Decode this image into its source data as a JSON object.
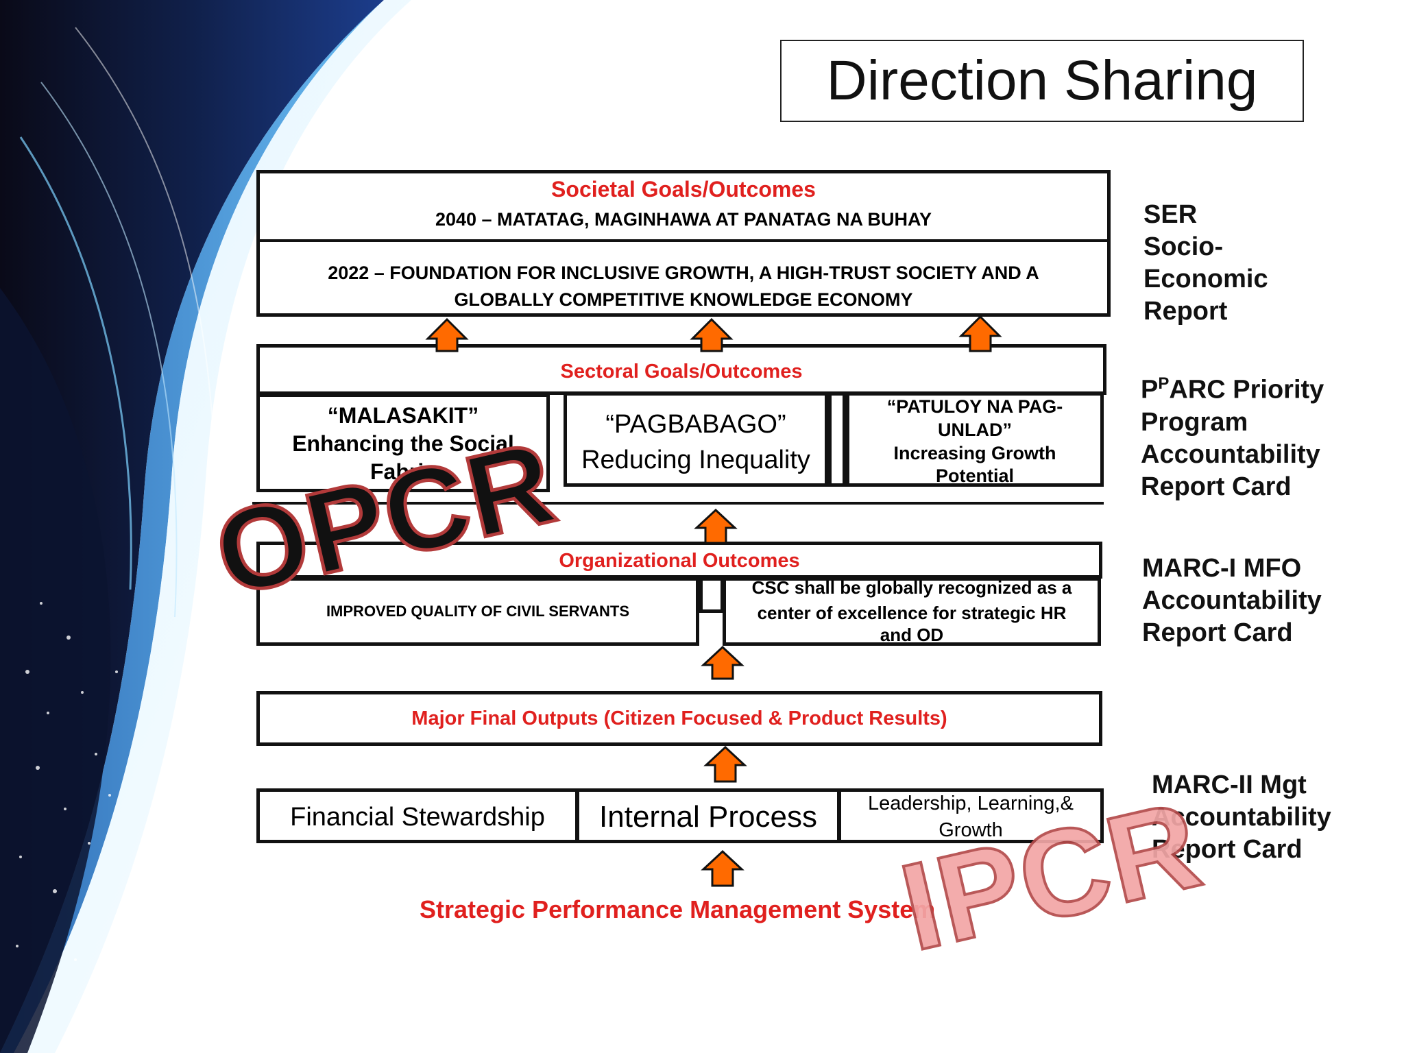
{
  "title": "Direction Sharing",
  "colors": {
    "accent_red": "#e0201e",
    "arrow_orange": "#ff6a00",
    "stamp_pink": "#f2a6a6"
  },
  "societal": {
    "header": "Societal Goals/Outcomes",
    "line_2040": "2040 – MATATAG, MAGINHAWA AT PANATAG NA BUHAY",
    "line_2022a": "2022 – FOUNDATION FOR INCLUSIVE GROWTH, A HIGH-TRUST SOCIETY AND A",
    "line_2022b": "GLOBALLY COMPETITIVE KNOWLEDGE ECONOMY"
  },
  "sectoral": {
    "header": "Sectoral Goals/Outcomes",
    "malasakit": {
      "l1": "“MALASAKIT”",
      "l2": "Enhancing the Social",
      "l3": "Fabric"
    },
    "pagbabago": {
      "l1": "“PAGBABAGO”",
      "l2": "Reducing Inequality"
    },
    "patuloy": {
      "l1": "“PATULOY NA PAG-",
      "l2": "UNLAD”",
      "l3": "Increasing Growth",
      "l4": "Potential"
    }
  },
  "organizational": {
    "header": "Organizational Outcomes",
    "left": "IMPROVED QUALITY OF CIVIL SERVANTS",
    "right_l1": "CSC shall be globally recognized as a",
    "right_l2": "center of excellence for strategic HR",
    "right_l3": "and OD"
  },
  "mfo": {
    "header": "Major Final Outputs (Citizen Focused & Product Results)"
  },
  "bottom_row": {
    "financial": "Financial Stewardship",
    "internal": "Internal Process",
    "leadership_l1": "Leadership, Learning,&",
    "leadership_l2": "Growth"
  },
  "spms_label": "Strategic Performance Management System",
  "side_labels": {
    "ser": [
      "SER",
      "Socio-",
      "Economic",
      "Report"
    ],
    "parc": {
      "l1a": "P",
      "l1sup": "P",
      "l1b": "ARC Priority",
      "rest": [
        "Program",
        "Accountability",
        "Report Card"
      ]
    },
    "marc1": [
      "MARC-I MFO",
      "Accountability",
      "Report Card"
    ],
    "marc2": [
      "MARC-II Mgt",
      "Accountability",
      "Report Card"
    ]
  },
  "stamps": {
    "opcr": "OPCR",
    "ipcr": "IPCR"
  }
}
